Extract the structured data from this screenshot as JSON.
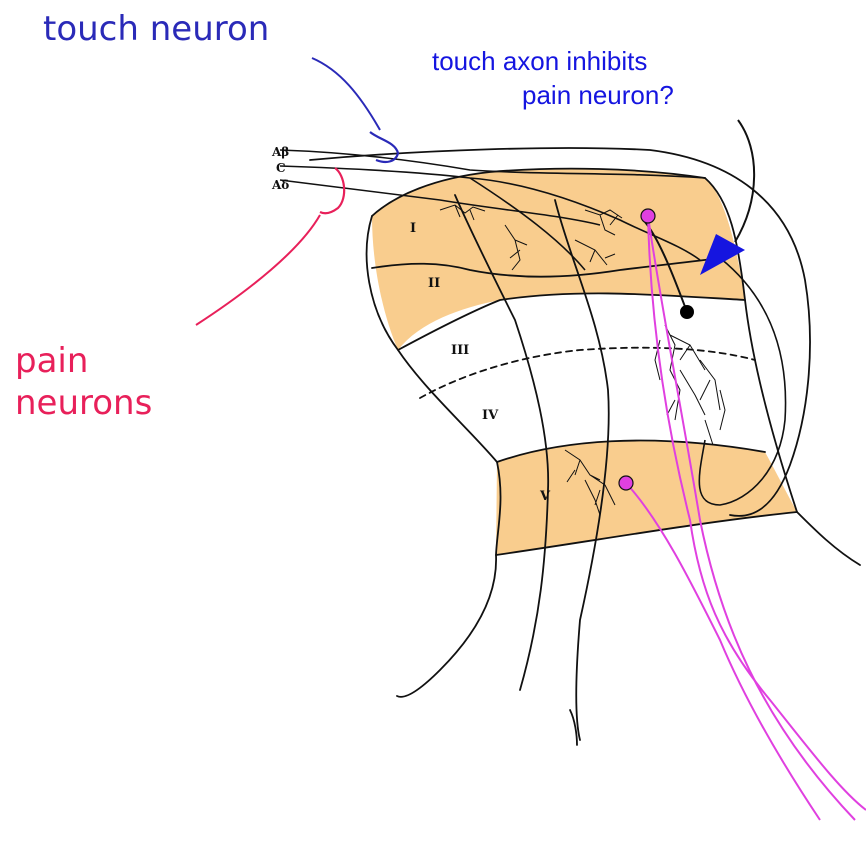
{
  "labels": {
    "touch_neuron": "touch neuron",
    "touch_axon_line1": "touch axon inhibits",
    "touch_axon_line2": "pain neuron?",
    "pain_neurons_line1": "pain",
    "pain_neurons_line2": "neurons"
  },
  "fibers": {
    "a_beta": "Aβ",
    "c": "C",
    "a_delta": "Aδ"
  },
  "laminae": {
    "I": "I",
    "II": "II",
    "III": "III",
    "IV": "IV",
    "V": "V"
  },
  "colors": {
    "touch": "#2a2ab8",
    "pain": "#e8205a",
    "arrow": "#1515e0",
    "highlight": "#f9cd8e",
    "projection": "#e040e0",
    "ink": "#111111"
  }
}
